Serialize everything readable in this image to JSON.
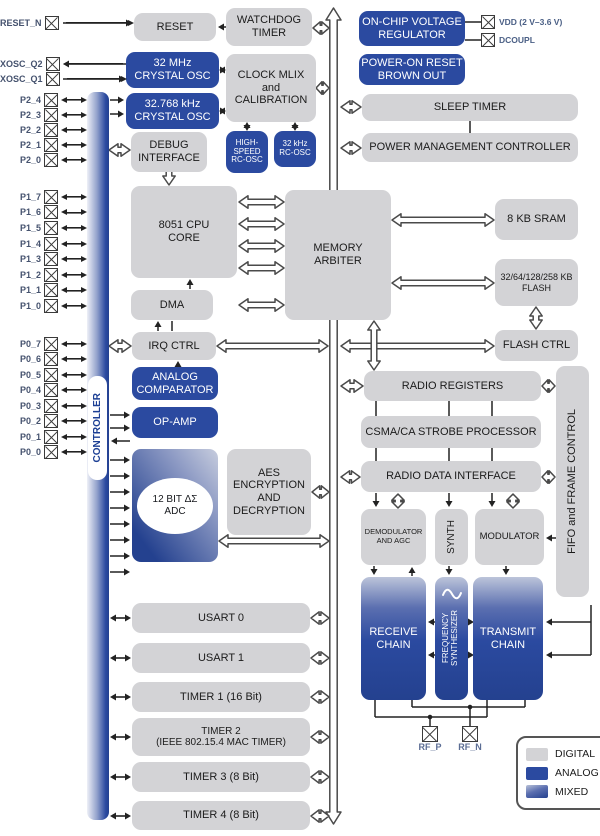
{
  "blocks": {
    "reset": "RESET",
    "watchdog_timer": "WATCHDOG\nTIMER",
    "crystal_32mhz": "32 MHz\nCRYSTAL OSC",
    "clock_mux": "CLOCK MLIX\nand\nCALIBRATION",
    "crystal_32k": "32.768 kHz\nCRYSTAL OSC",
    "debug_interface": "DEBUG\nINTERFACE",
    "hs_rc_osc": "HIGH-\nSPEED\nRC-OSC",
    "rc_osc_32k": "32 kHz\nRC-OSC",
    "cpu": "8051 CPU\nCORE",
    "memory_arbiter": "MEMORY\nARBITER",
    "dma": "DMA",
    "irq_ctrl": "IRQ CTRL",
    "analog_comparator": "ANALOG\nCOMPARATOR",
    "op_amp": "OP-AMP",
    "adc": "12 BIT ΔΣ\nADC",
    "aes": "AES\nENCRYPTION\nAND\nDECRYPTION",
    "usart0": "USART 0",
    "usart1": "USART 1",
    "timer1": "TIMER 1 (16 Bit)",
    "timer2": "TIMER 2\n(IEEE 802.15.4 MAC TIMER)",
    "timer3": "TIMER 3 (8 Bit)",
    "timer4": "TIMER 4 (8 Bit)",
    "voltage_regulator": "ON-CHIP VOLTAGE\nREGULATOR",
    "por_brownout": "POWER-ON RESET\nBROWN OUT",
    "sleep_timer": "SLEEP TIMER",
    "pmc": "POWER MANAGEMENT CONTROLLER",
    "sram": "8 KB SRAM",
    "flash": "32/64/128/258 KB\nFLASH",
    "flash_ctrl": "FLASH CTRL",
    "radio_registers": "RADIO REGISTERS",
    "csma": "CSMA/CA STROBE PROCESSOR",
    "radio_data_interface": "RADIO DATA INTERFACE",
    "demodulator": "DEMODULATOR\nAND AGC",
    "synth": "SYNTH",
    "modulator": "MODULATOR",
    "fifo_frame": "FIFO and FRAME CONTROL",
    "receive_chain": "RECEIVE\nCHAIN",
    "freq_synthesizer": "FREQUENCY\nSYNTHESIZER",
    "transmit_chain": "TRANSMIT\nCHAIN",
    "controller": "CONTROLLER"
  },
  "pins": {
    "reset_n": "RESET_N",
    "xosc_q2": "XOSC_Q2",
    "xosc_q1": "XOSC_Q1",
    "p2": [
      "P2_4",
      "P2_3",
      "P2_2",
      "P2_1",
      "P2_0"
    ],
    "p1": [
      "P1_7",
      "P1_6",
      "P1_5",
      "P1_4",
      "P1_3",
      "P1_2",
      "P1_1",
      "P1_0"
    ],
    "p0": [
      "P0_7",
      "P0_6",
      "P0_5",
      "P0_4",
      "P0_3",
      "P0_2",
      "P0_1",
      "P0_0"
    ],
    "vdd": "VDD (2 V–3.6 V)",
    "dcoupl": "DCOUPL",
    "rf_p": "RF_P",
    "rf_n": "RF_N"
  },
  "legend": {
    "digital": "DIGITAL",
    "analog": "ANALOG",
    "mixed": "MIXED"
  },
  "colors": {
    "digital_block": "#d3d3d6",
    "analog_block": "#2b4aa0",
    "mixed_gradient_top": "#bcc4da",
    "wire": "#444444",
    "pin_label": "#45526e"
  }
}
